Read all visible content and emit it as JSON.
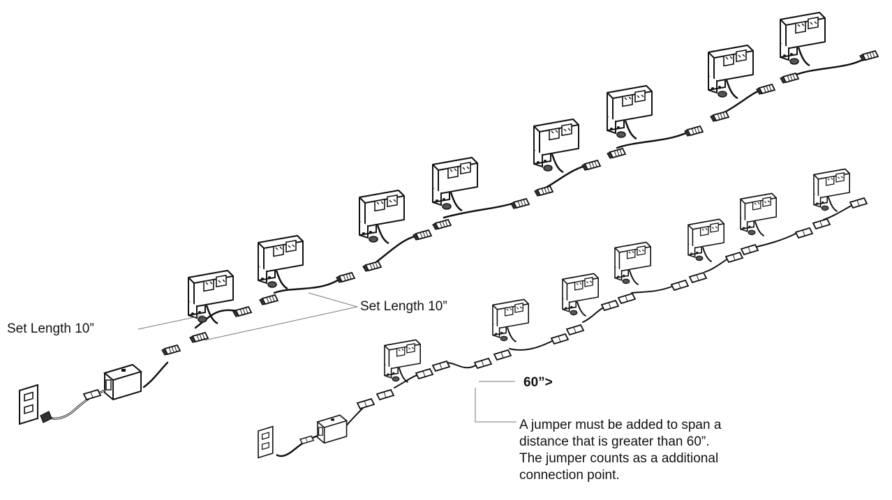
{
  "labels": {
    "set_length_left": "Set Length 10”",
    "set_length_mid": "Set Length 10”",
    "span_60": "60”>",
    "jumper_note": [
      "A jumper must be added to span a",
      "distance that is greater than 60”.",
      "The jumper counts as a additional",
      "connection point."
    ]
  },
  "icons": {
    "outlet_module": "power-outlet-module-icon",
    "wall_outlet": "wall-outlet-icon",
    "power_entry": "power-entry-box-icon",
    "cable_connector": "cable-connector-icon"
  },
  "colors": {
    "line": "#111111",
    "body_fill": "#ffffff",
    "shade": "#cfcfcf"
  }
}
